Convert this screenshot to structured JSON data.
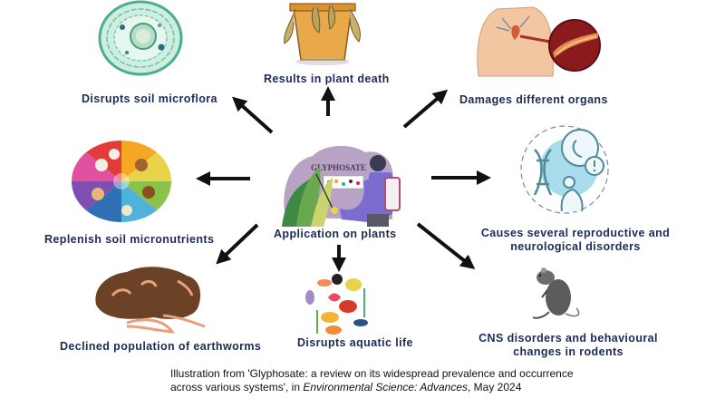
{
  "center": {
    "label": "Application on plants",
    "illustration_text": "GLYPHOSATE"
  },
  "effects": [
    {
      "id": "microflora",
      "label": "Disrupts soil microflora",
      "direction": "up-left"
    },
    {
      "id": "plant-death",
      "label": "Results in plant death",
      "direction": "up"
    },
    {
      "id": "organs",
      "label": "Damages different organs",
      "direction": "up-right"
    },
    {
      "id": "micronutrients",
      "label": "Replenish soil micronutrients",
      "direction": "left"
    },
    {
      "id": "reproductive",
      "label_line1": "Causes several reproductive and",
      "label_line2": "neurological disorders",
      "direction": "right"
    },
    {
      "id": "earthworms",
      "label": "Declined population of earthworms",
      "direction": "down-left"
    },
    {
      "id": "aquatic",
      "label": "Disrupts aquatic life",
      "direction": "down"
    },
    {
      "id": "rodents",
      "label_line1": "CNS disorders and behavioural",
      "label_line2": "changes in rodents",
      "direction": "down-right"
    }
  ],
  "caption": {
    "prefix": "Illustration from 'Glyphosate: a review on its widespread prevalence and occurrence",
    "line2_start": "across various systems', in ",
    "journal": "Environmental Science: Advances",
    "line2_end": ", May 2024"
  },
  "colors": {
    "label_text": "#1c2a5c",
    "arrow": "#111111"
  }
}
